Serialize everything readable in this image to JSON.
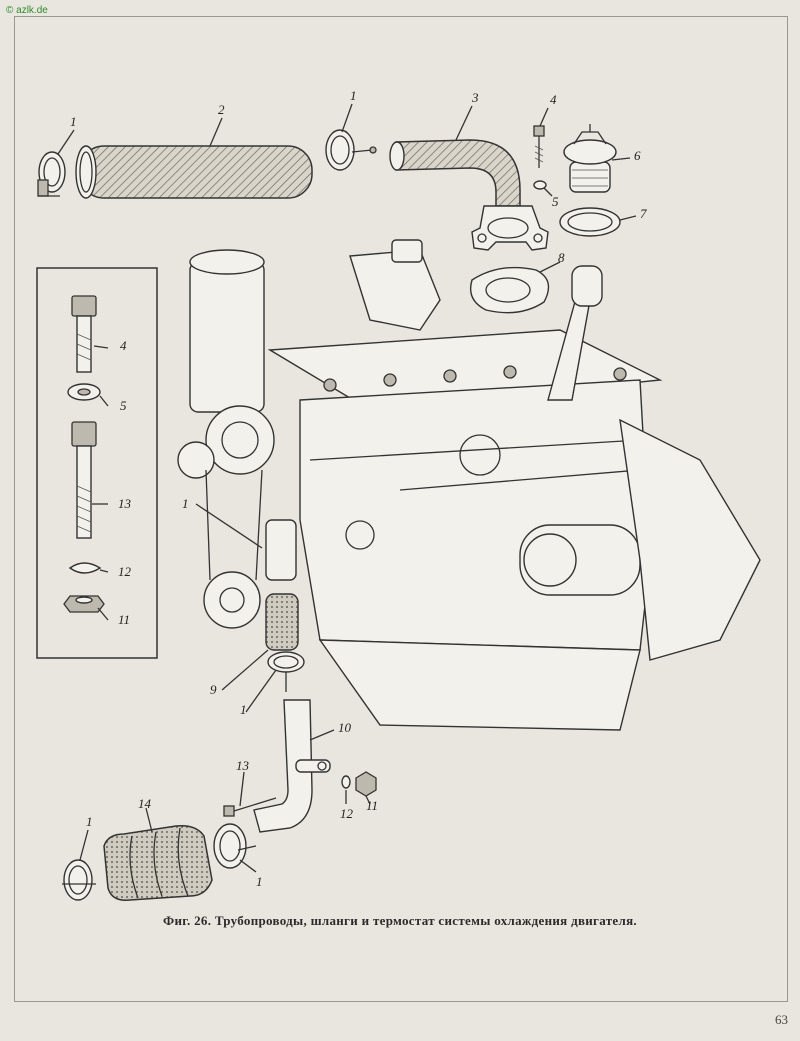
{
  "watermark": "© azlk.de",
  "caption": "Фиг. 26. Трубопроводы, шланги и термостат системы охлаждения двигателя.",
  "page_number": "63",
  "callouts": {
    "c1_top_left": "1",
    "c2": "2",
    "c1_top_mid": "1",
    "c3": "3",
    "c4_top": "4",
    "c6": "6",
    "c5_top": "5",
    "c7": "7",
    "c8": "8",
    "inset_c4": "4",
    "inset_c5": "5",
    "inset_c13": "13",
    "inset_c12": "12",
    "inset_c11": "11",
    "c1_engine": "1",
    "c9": "9",
    "c1_lower": "1",
    "c10": "10",
    "c13_lower": "13",
    "c14": "14",
    "c12_lower": "12",
    "c11_lower": "11",
    "c1_bottom_left": "1",
    "c1_bottom": "1"
  }
}
